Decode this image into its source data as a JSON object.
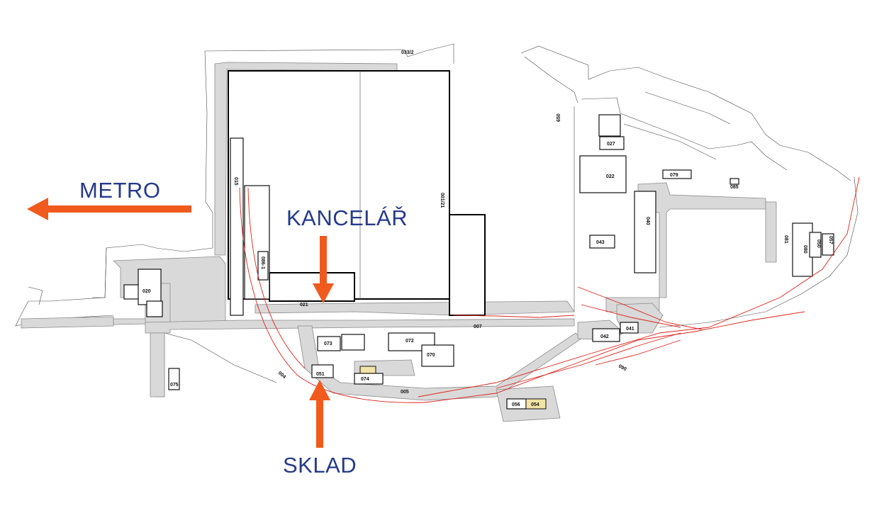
{
  "labels": {
    "metro": "METRO",
    "kancelar": "KANCELÁŘ",
    "sklad": "SKLAD"
  },
  "colors": {
    "arrow": "#f15a1d",
    "label_text": "#253a8a",
    "rail": "#e0231b",
    "road": "#d9d9d9",
    "highlight": "#f3e3a6"
  },
  "buildings": {
    "b020": "020",
    "b021": "021",
    "b022": "022",
    "b027": "027",
    "b079": "079",
    "b085": "085",
    "b040": "040",
    "b043": "043",
    "b081": "081",
    "b080": "080",
    "b050": "050",
    "b057": "057",
    "b042": "042",
    "b041": "041",
    "b007": "007",
    "b073": "073",
    "b072": "072",
    "b070": "070",
    "b051": "051",
    "b074": "074",
    "b005": "005",
    "b056": "056",
    "b054": "054",
    "b075": "075",
    "b090": "090",
    "b0121": "001/21",
    "b033": "033/2",
    "b650": "650",
    "b015": "015",
    "b086": "086-1",
    "b004": "004"
  }
}
